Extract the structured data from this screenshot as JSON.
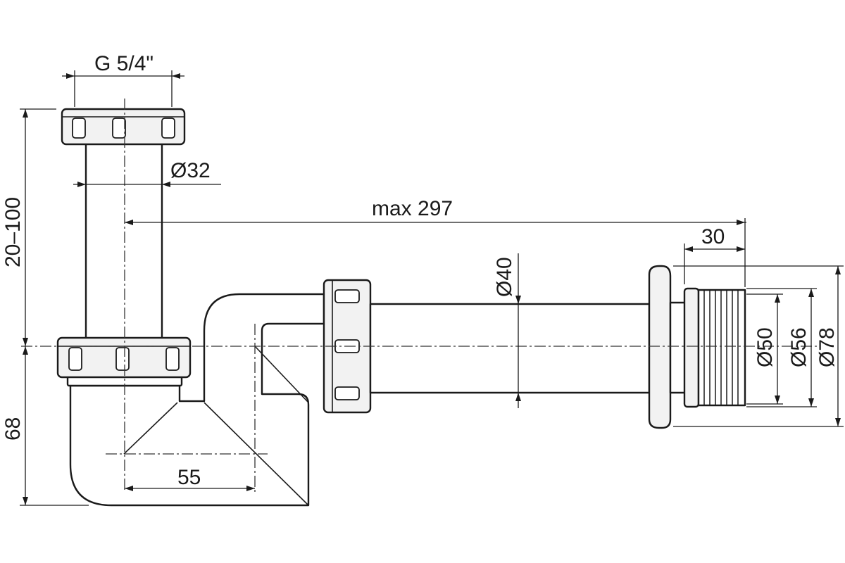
{
  "dimensions": {
    "inlet_thread": "G 5/4\"",
    "inlet_pipe_diameter": "Ø32",
    "max_length": "max 297",
    "thread_length": "30",
    "outlet_pipe_diameter": "Ø40",
    "outlet_inner_diameter": "Ø50",
    "outlet_thread_diameter": "Ø56",
    "rosette_diameter": "Ø78",
    "height_adjust": "20–100",
    "trap_depth": "68",
    "offset": "55"
  }
}
